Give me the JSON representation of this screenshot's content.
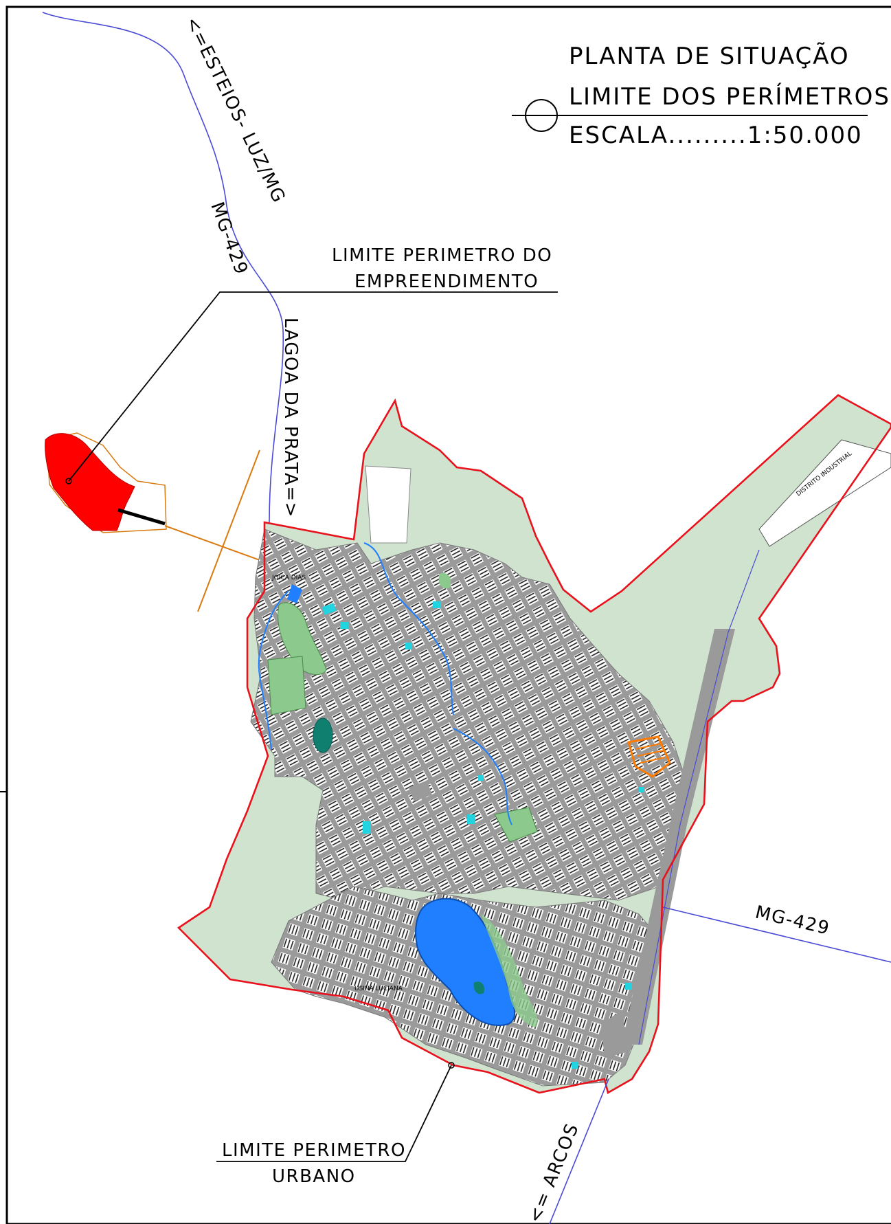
{
  "title_block": {
    "line1": "PLANTA DE SITUAÇÃO",
    "line2": "LIMITE DOS PERÍMETROS",
    "scale": "ESCALA.........1:50.000"
  },
  "labels": {
    "estrada_norte": "<=ESTEIOS- LUZ/MG",
    "rodovia_norte": "MG-429",
    "lagoa_da_prata": "LAGOA DA PRATA=>",
    "empreendimento_l1": "LIMITE PERIMETRO DO",
    "empreendimento_l2": "EMPREENDIMENTO",
    "rodovia_leste": "MG-429",
    "urbano_l1": "LIMITE PERIMETRO",
    "urbano_l2": "URBANO",
    "arcos": "<= ARCOS",
    "distrito_industrial": "DISTRITO INDUSTRIAL",
    "usina": "USINA LUCIANA",
    "bairro_nw": "JOICA DIAS"
  },
  "colors": {
    "perimetro_urbano": "#e8111c",
    "empreendimento": "#ff0000",
    "area_verde": "#cfe3cf",
    "parque": "#8cc98c",
    "quadras": "#1a1a1a",
    "ruas": "#9a9a9a",
    "agua": "#1f7fff",
    "estrada": "#4a4ad8",
    "acesso": "#d97a10"
  }
}
